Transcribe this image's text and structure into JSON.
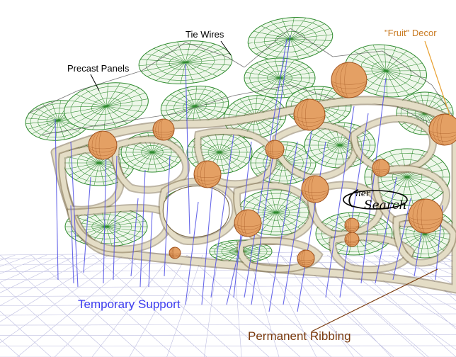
{
  "labels": {
    "tie_wires": "Tie Wires",
    "fruit_decor": "\"Fruit\" Decor",
    "precast_panels": "Precast Panels",
    "temporary_support": "Temporary Support",
    "permanent_ribbing": "Permanent  Ribbing"
  },
  "logo": {
    "part1": "ner",
    "part2": "Search"
  },
  "colors": {
    "ground_mesh": "#b4b4dc",
    "support_pole": "#5050e6",
    "panel_fill": "#eef7ea",
    "panel_mesh": "#2e8b2e",
    "rib_fill": "#e4ddc6",
    "rib_stroke": "#7c6c4a",
    "sphere_fill": "#e4a064",
    "sphere_stroke": "#a0521e",
    "tie_wire": "#3a3a3a",
    "fruit_leader": "#e8a030",
    "ribbing_leader": "#7a3a0c"
  }
}
